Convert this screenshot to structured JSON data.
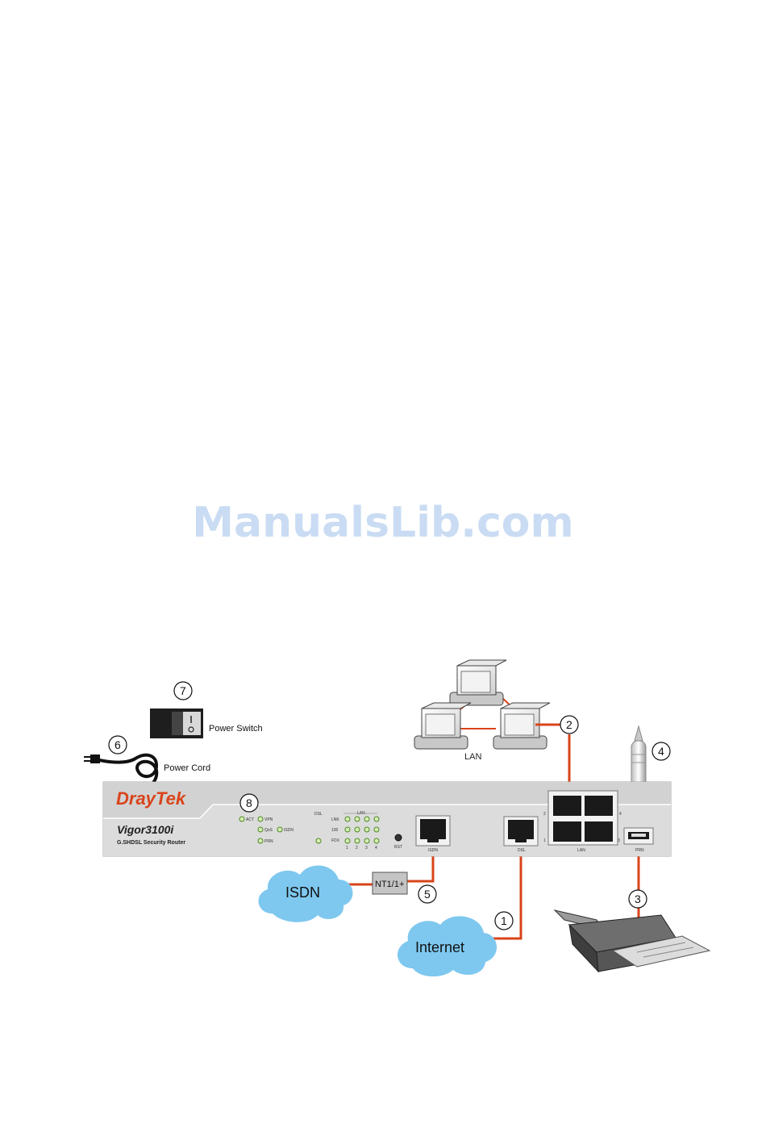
{
  "watermark": "ManualsLib.com",
  "labels": {
    "lan": "LAN",
    "power_switch": "Power Switch",
    "power_cord": "Power Cord",
    "isdn_cloud": "ISDN",
    "internet_cloud": "Internet",
    "nt": "NT1/1+"
  },
  "callouts": [
    "1",
    "2",
    "3",
    "4",
    "5",
    "6",
    "7",
    "8"
  ],
  "router": {
    "brand_dray": "Dray",
    "brand_tek": "Tek",
    "model": "Vigor3100i",
    "subtitle": "G.SHDSL Security Router",
    "led_act": "ACT",
    "led_vpn": "VPN",
    "led_qos": "QoS",
    "led_isdn": "ISDN",
    "led_prn": "PRN",
    "led_dsl": "DSL",
    "led_lan": "LAN",
    "led_lnk": "LNK",
    "led_100": "100",
    "led_fdx": "FDX",
    "port_nums": [
      "1",
      "2",
      "3",
      "4"
    ],
    "rst": "RST",
    "port_isdn": "ISDN",
    "port_dsl": "DSL",
    "port_lan": "LAN",
    "port_prn": "PRN",
    "lan_n1": "1",
    "lan_n2": "2",
    "lan_n3": "3",
    "lan_n4": "4"
  },
  "colors": {
    "cable": "#d9441a",
    "cloud": "#7ec8ef",
    "brand": "#d9441a",
    "panel": "#d8d8d8"
  }
}
